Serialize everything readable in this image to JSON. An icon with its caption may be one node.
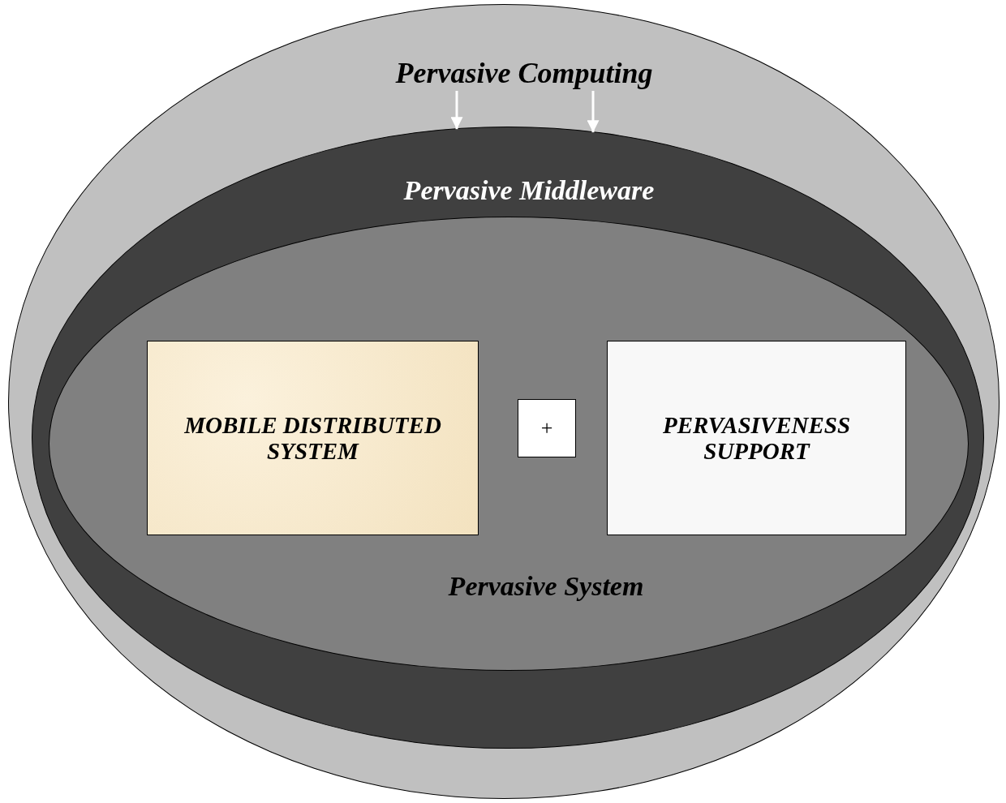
{
  "diagram": {
    "nodes": [
      {
        "text": [
          "Pervasive Computing"
        ]
      },
      {
        "text": [
          "Pervasive Middleware"
        ],
        "in": 0
      },
      {
        "text": [
          "Pervasive System"
        ],
        "in": 1
      },
      {
        "text": [
          "MOBILE DISTRIBUTED SYSTEM"
        ],
        "in": 2
      },
      {
        "text": [
          "+"
        ],
        "in": 2
      },
      {
        "text": [
          "PERVASIVENESS SUPPORT"
        ],
        "in": 2
      }
    ],
    "edges": [
      {
        "from": null,
        "to": 1,
        "arrow": "to"
      },
      {
        "from": null,
        "to": 1,
        "arrow": "to"
      }
    ]
  }
}
